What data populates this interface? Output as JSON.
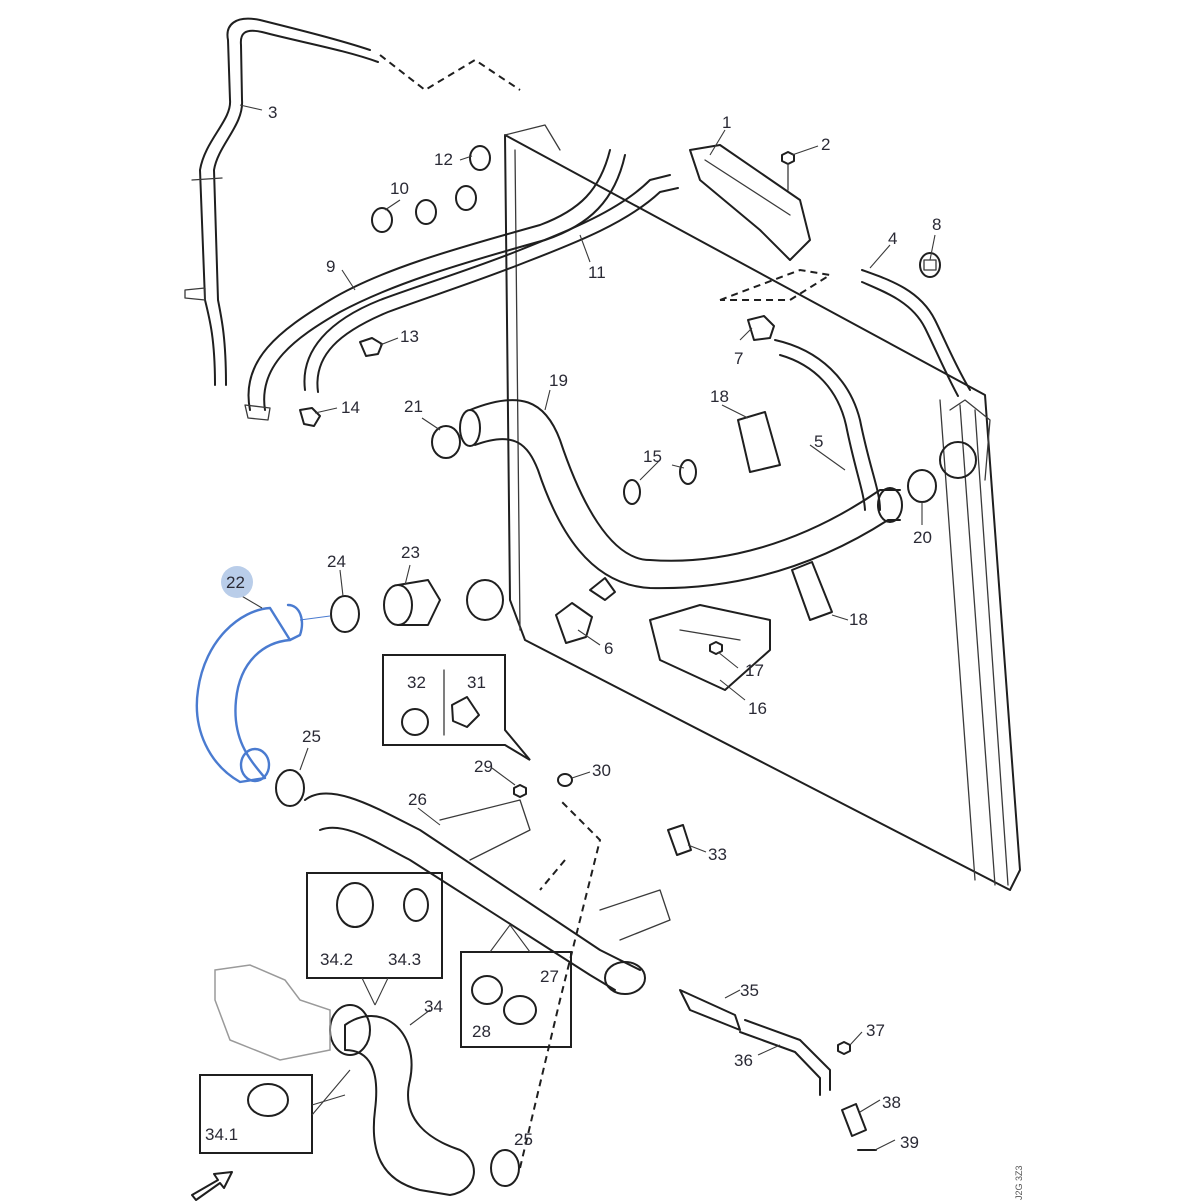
{
  "diagram": {
    "title": "Cooling system – radiator hoses exploded view",
    "highlighted_part": "22",
    "highlight_color": "#4a7bd0",
    "highlight_bubble_color": "#b9cde9",
    "line_color": "#1f1f1f",
    "reference_code": "J2G 3Z3",
    "labels": {
      "p1": "1",
      "p2": "2",
      "p3": "3",
      "p4": "4",
      "p5": "5",
      "p6": "6",
      "p7": "7",
      "p8": "8",
      "p9": "9",
      "p10": "10",
      "p11": "11",
      "p12": "12",
      "p13": "13",
      "p14": "14",
      "p15": "15",
      "p16": "16",
      "p17": "17",
      "p18a": "18",
      "p18b": "18",
      "p19": "19",
      "p20": "20",
      "p21": "21",
      "p22": "22",
      "p23": "23",
      "p24": "24",
      "p25a": "25",
      "p25b": "25",
      "p26": "26",
      "p27": "27",
      "p28": "28",
      "p29": "29",
      "p30": "30",
      "p31": "31",
      "p32": "32",
      "p33": "33",
      "p34": "34",
      "p34_1": "34.1",
      "p34_2": "34.2",
      "p34_3": "34.3",
      "p35": "35",
      "p36": "36",
      "p37": "37",
      "p38": "38",
      "p39": "39"
    }
  }
}
